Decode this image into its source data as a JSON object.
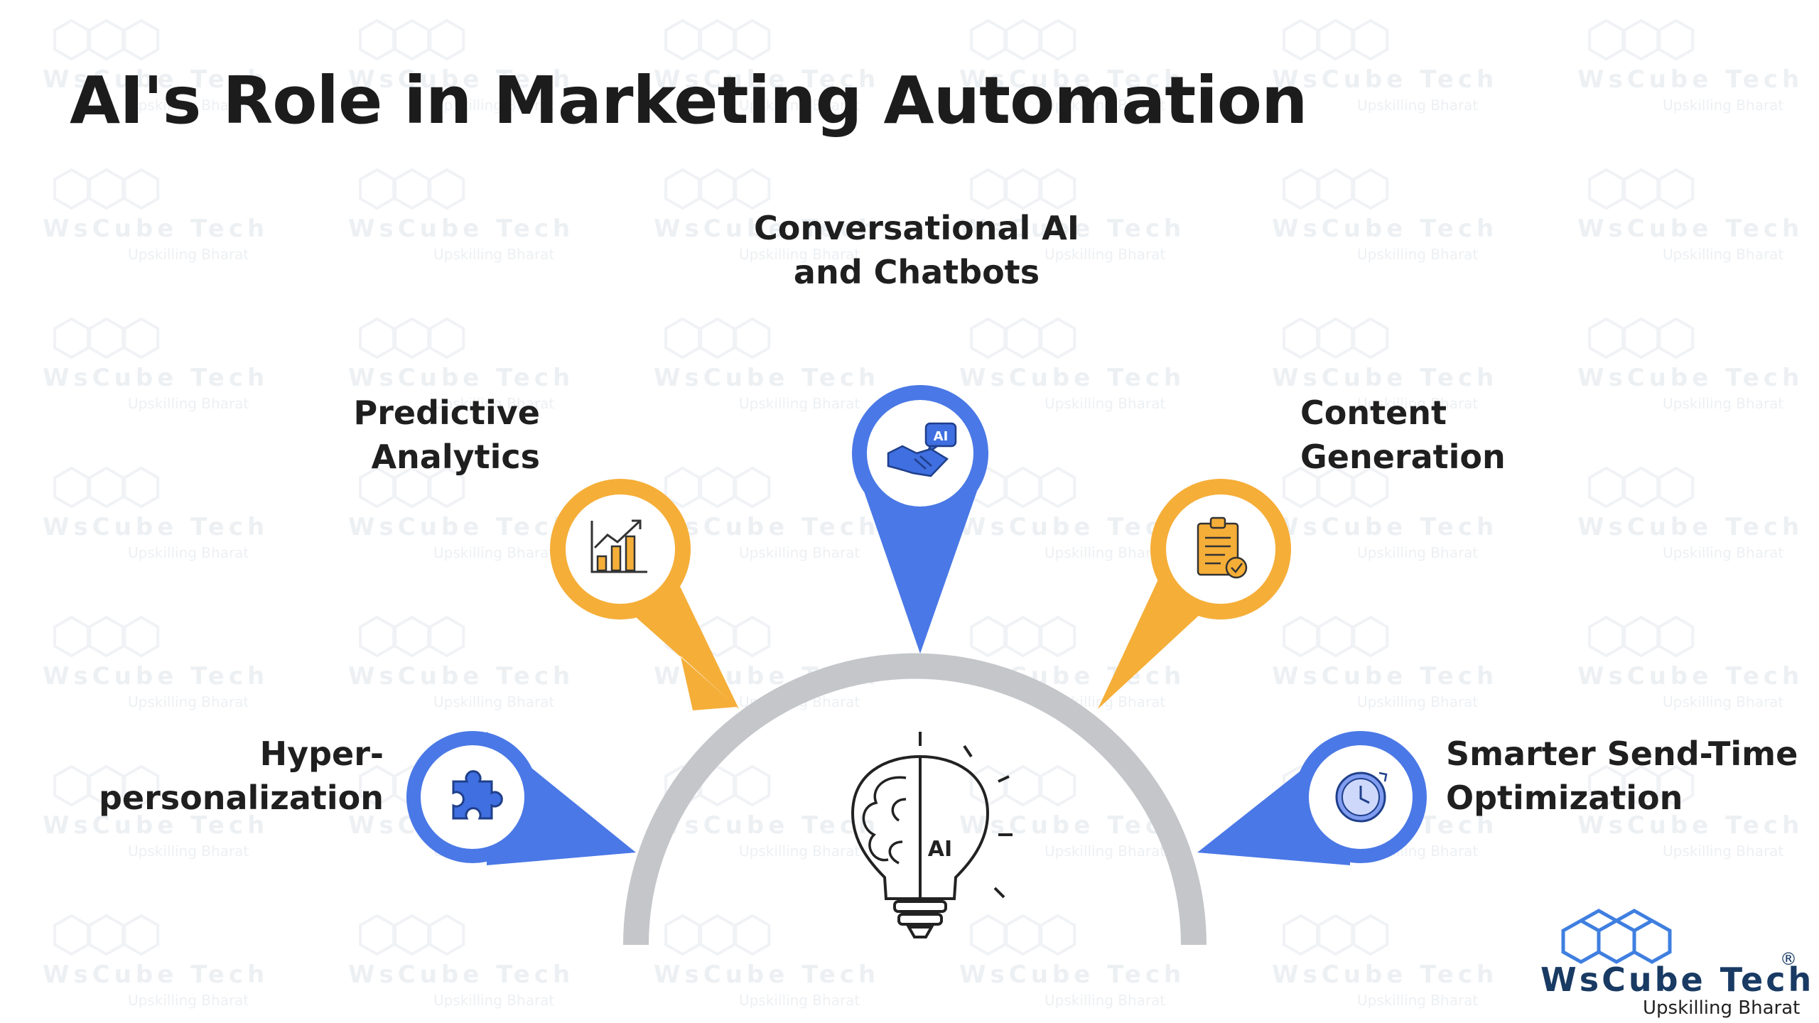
{
  "title": "AI's Role in Marketing Automation",
  "watermark": {
    "brand": "WsCube Tech",
    "tagline": "Upskilling Bharat"
  },
  "hub": {
    "icon": "brain-lightbulb-icon",
    "label": "AI",
    "arc_color": "#c4c6ca"
  },
  "colors": {
    "blue": "#4a78e6",
    "orange": "#f5ae38"
  },
  "items": [
    {
      "id": "hyper-personalization",
      "lines": [
        "Hyper-",
        "personalization"
      ],
      "icon": "puzzle-icon",
      "color": "#4a78e6"
    },
    {
      "id": "predictive-analytics",
      "lines": [
        "Predictive",
        "Analytics"
      ],
      "icon": "bar-chart-icon",
      "color": "#f5ae38"
    },
    {
      "id": "conversational-ai",
      "lines": [
        "Conversational AI",
        "and Chatbots"
      ],
      "icon": "handshake-ai-icon",
      "icon_text": "AI",
      "color": "#4a78e6"
    },
    {
      "id": "content-generation",
      "lines": [
        "Content",
        "Generation"
      ],
      "icon": "clipboard-check-icon",
      "color": "#f5ae38"
    },
    {
      "id": "send-time-optimization",
      "lines": [
        "Smarter Send-Time",
        "Optimization"
      ],
      "icon": "clock-icon",
      "color": "#4a78e6"
    }
  ],
  "logo": {
    "brand": "WsCube Tech",
    "tagline": "Upskilling Bharat",
    "registered": "®"
  }
}
